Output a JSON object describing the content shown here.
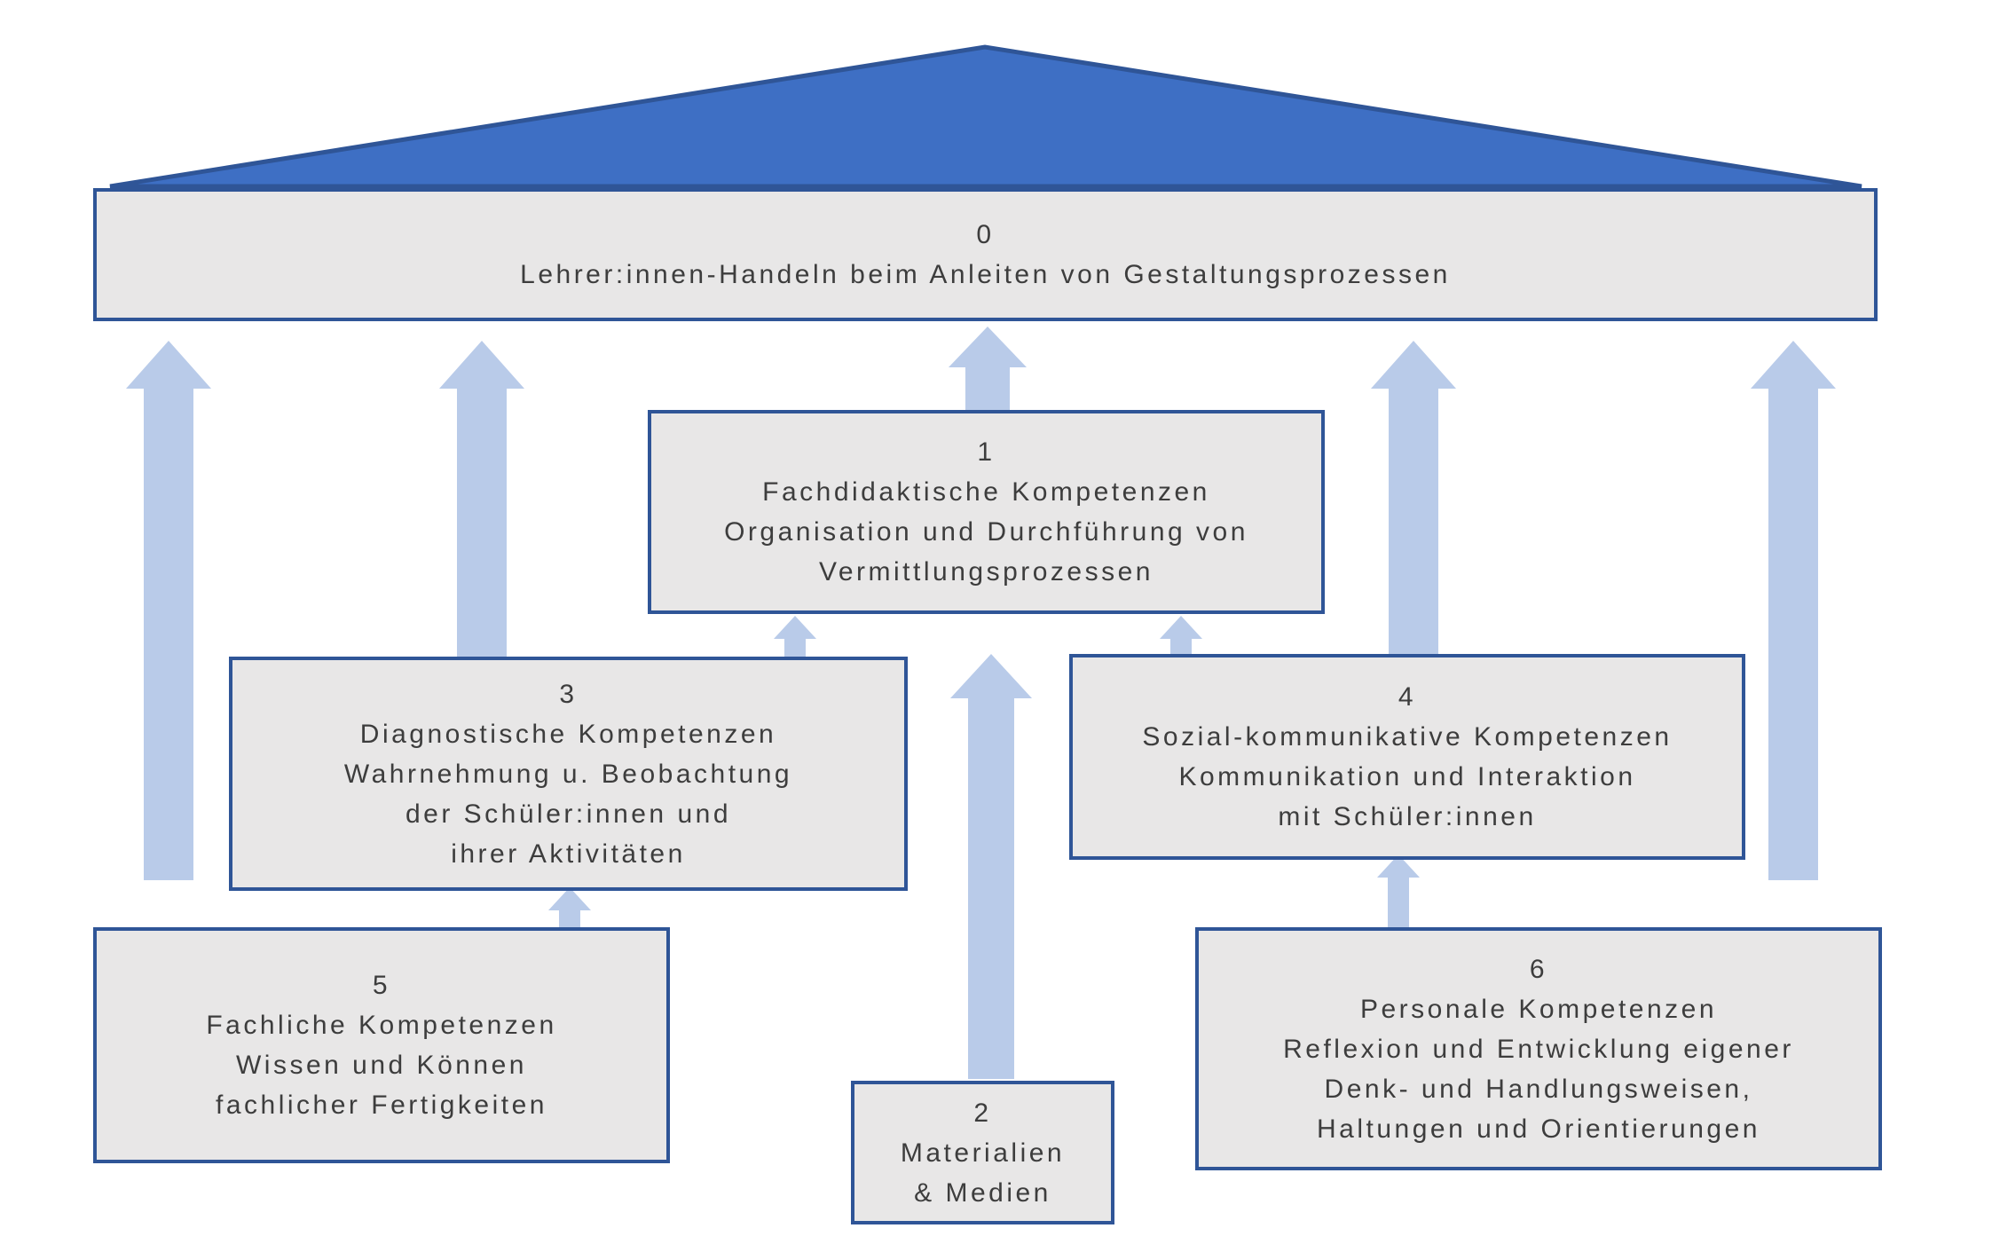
{
  "colors": {
    "background": "#ffffff",
    "roof_fill": "#3e6fc4",
    "border": "#2f5597",
    "box_fill": "#e8e7e7",
    "arrow_fill": "#b9cbe9",
    "text": "#3d3d3d"
  },
  "boxes": {
    "b0": {
      "number": "0",
      "lines": [
        "Lehrer:innen-Handeln beim Anleiten von Gestaltungsprozessen"
      ]
    },
    "b1": {
      "number": "1",
      "lines": [
        "Fachdidaktische Kompetenzen",
        "Organisation und Durchführung von",
        "Vermittlungsprozessen"
      ]
    },
    "b2": {
      "number": "2",
      "lines": [
        "Materialien",
        "& Medien"
      ]
    },
    "b3": {
      "number": "3",
      "lines": [
        "Diagnostische Kompetenzen",
        "Wahrnehmung u. Beobachtung",
        "der Schüler:innen und",
        "ihrer Aktivitäten"
      ]
    },
    "b4": {
      "number": "4",
      "lines": [
        "Sozial-kommunikative Kompetenzen",
        "Kommunikation und Interaktion",
        "mit Schüler:innen"
      ]
    },
    "b5": {
      "number": "5",
      "lines": [
        "Fachliche Kompetenzen",
        "Wissen und Können",
        "fachlicher Fertigkeiten"
      ]
    },
    "b6": {
      "number": "6",
      "lines": [
        "Personale Kompetenzen",
        "Reflexion und Entwicklung eigener",
        "Denk- und Handlungsweisen,",
        "Haltungen und Orientierungen"
      ]
    }
  },
  "arrows": [
    {
      "name": "up-arrow-far-left",
      "from": "base-left",
      "to": "box-0"
    },
    {
      "name": "up-arrow-left-mid",
      "from": "box-3",
      "to": "box-0"
    },
    {
      "name": "up-arrow-center-top",
      "from": "box-1",
      "to": "box-0"
    },
    {
      "name": "up-arrow-right-mid",
      "from": "box-4",
      "to": "box-0"
    },
    {
      "name": "up-arrow-far-right",
      "from": "base-right",
      "to": "box-0"
    },
    {
      "name": "up-arrow-box3-to-box1",
      "from": "box-3",
      "to": "box-1"
    },
    {
      "name": "up-arrow-box4-to-box1",
      "from": "box-4",
      "to": "box-1"
    },
    {
      "name": "up-arrow-box2-to-box1",
      "from": "box-2",
      "to": "box-1"
    },
    {
      "name": "up-arrow-box5-to-box3",
      "from": "box-5",
      "to": "box-3"
    },
    {
      "name": "up-arrow-box6-to-box4",
      "from": "box-6",
      "to": "box-4"
    }
  ]
}
